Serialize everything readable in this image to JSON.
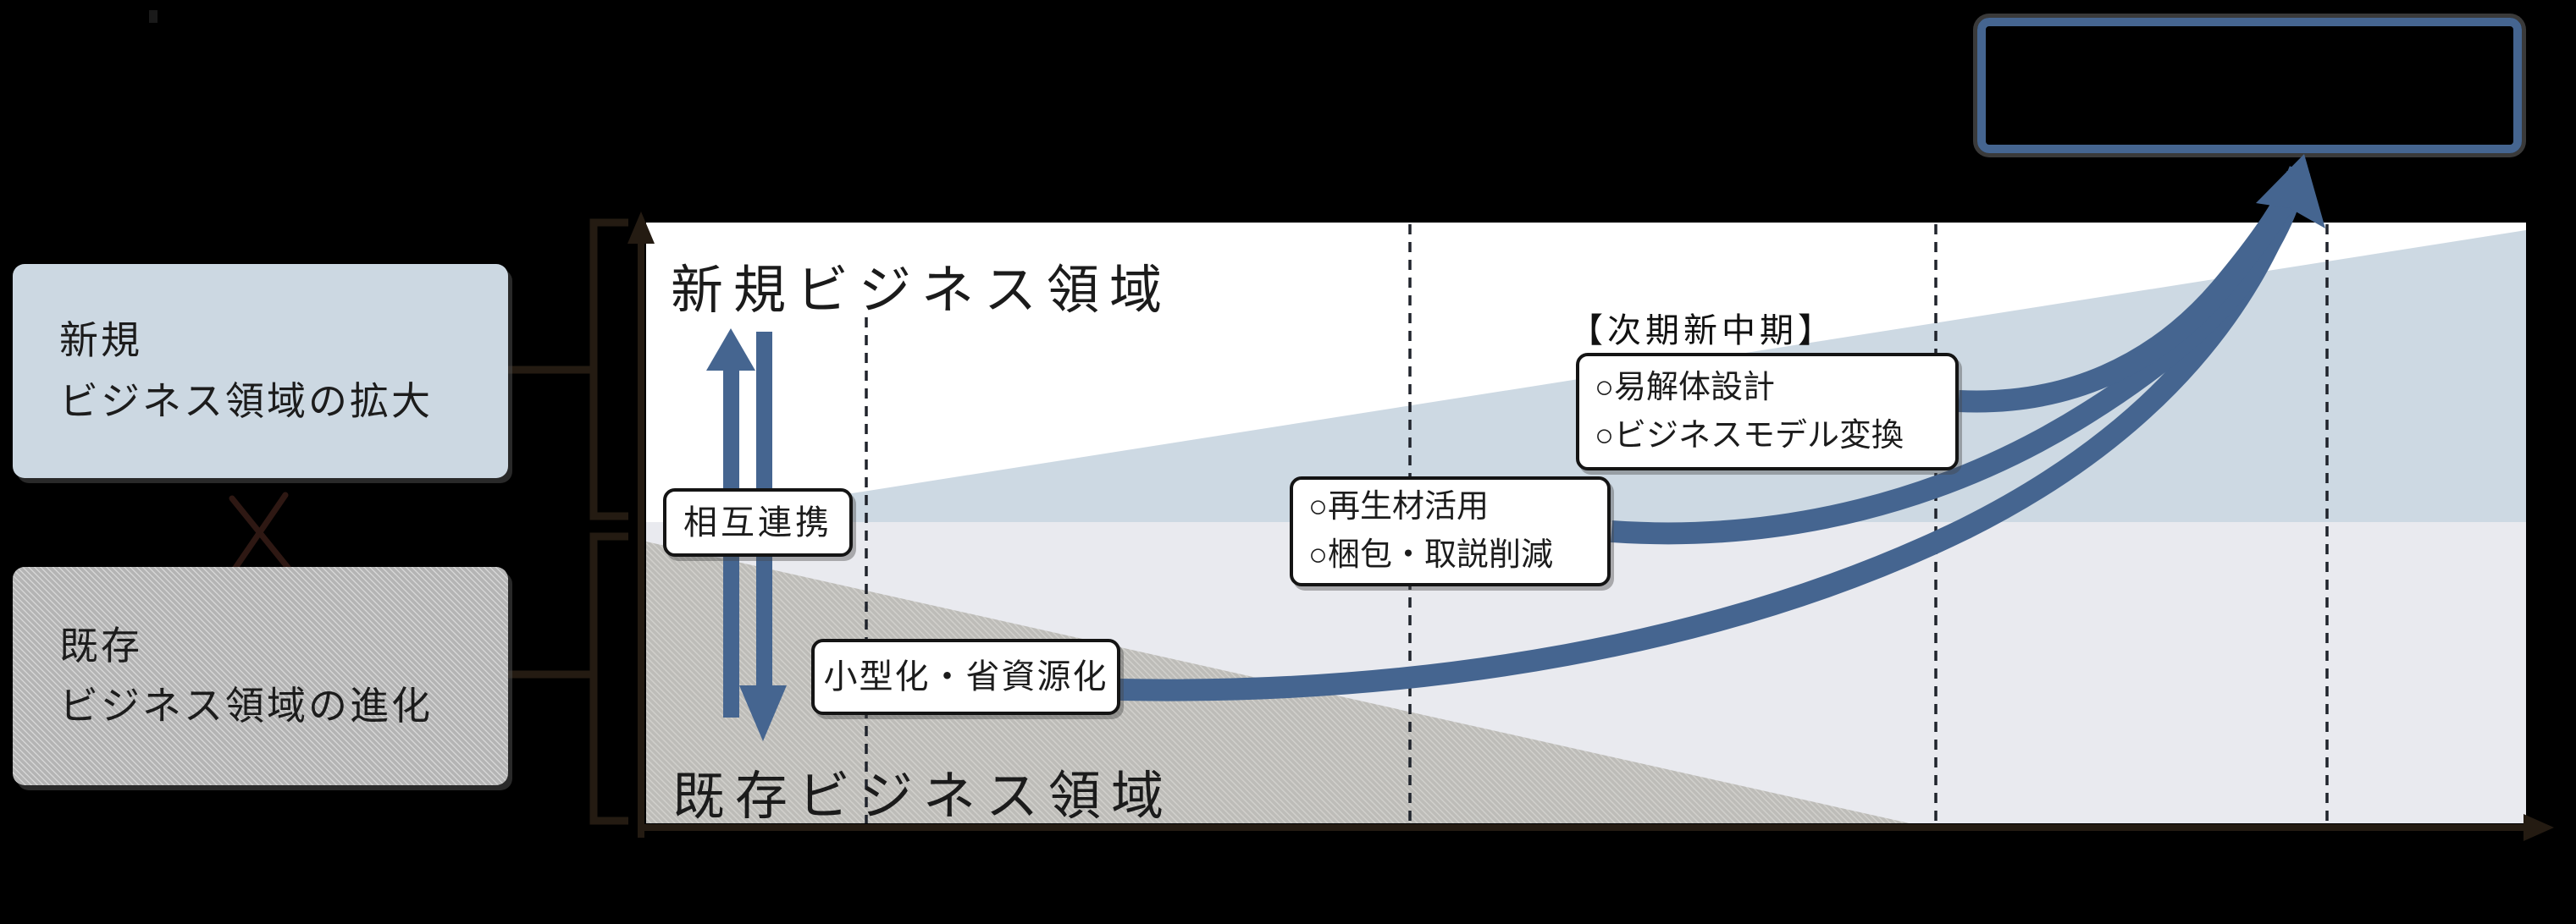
{
  "colors": {
    "accent_blue": "#456590",
    "band_blue": "#cdd9e3",
    "band_gray": "#e9eaef",
    "hatch_gray": "#bdbcb8",
    "panel_blue_box": "#ccd8e2",
    "panel_gray_box": "#b4b4b4",
    "callout_border": "#141414",
    "dash_line": "#20242c"
  },
  "left_panel": {
    "new_box": {
      "line1": "新規",
      "line2": "ビジネス領域の拡大"
    },
    "existing_box": {
      "line1": "既存",
      "line2": "ビジネス領域の進化"
    }
  },
  "chart": {
    "new_area_label": "新規ビジネス領域",
    "existing_area_label": "既存ビジネス領域",
    "mutual_cooperation_label": "相互連携",
    "downsizing_label": "小型化・省資源化",
    "recycled_box": {
      "line1": "○再生材活用",
      "line2": "○梱包・取説削減"
    },
    "next_midterm_heading": "【次期新中期】",
    "next_midterm_box": {
      "line1": "○易解体設計",
      "line2": "○ビジネスモデル変換"
    }
  }
}
